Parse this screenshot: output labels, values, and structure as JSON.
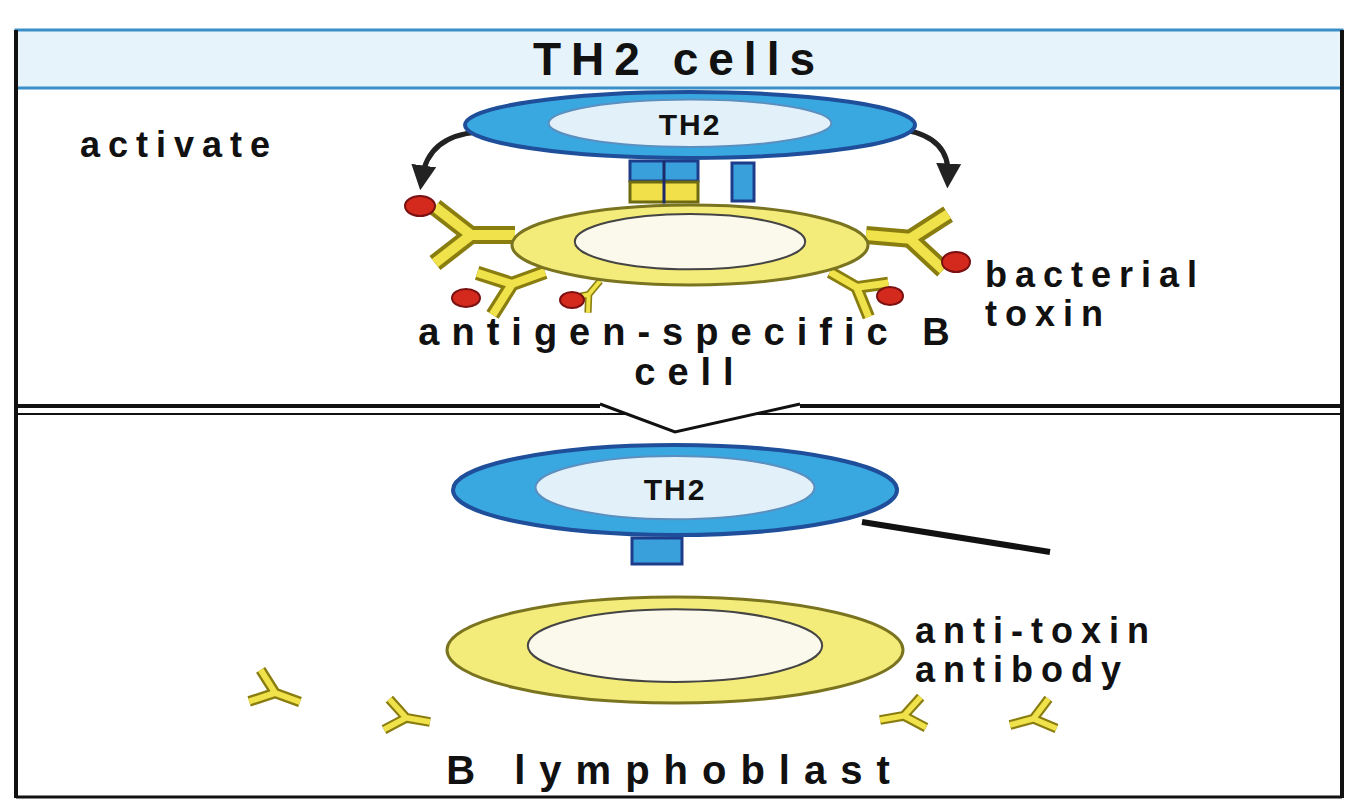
{
  "diagram": {
    "title": "TH2 cells",
    "nodes": [
      {
        "text": [
          "TH2"
        ]
      },
      {
        "text": [
          "antigen-specific B cell"
        ]
      },
      {
        "text": [
          "TH2"
        ]
      },
      {
        "text": [
          "B lymphoblast"
        ]
      }
    ],
    "edges": [
      {
        "from": 0,
        "to": 1,
        "arrow": "none"
      }
    ],
    "labels": [
      "activate",
      "bacterial toxin",
      "anti-toxin antibody"
    ]
  }
}
